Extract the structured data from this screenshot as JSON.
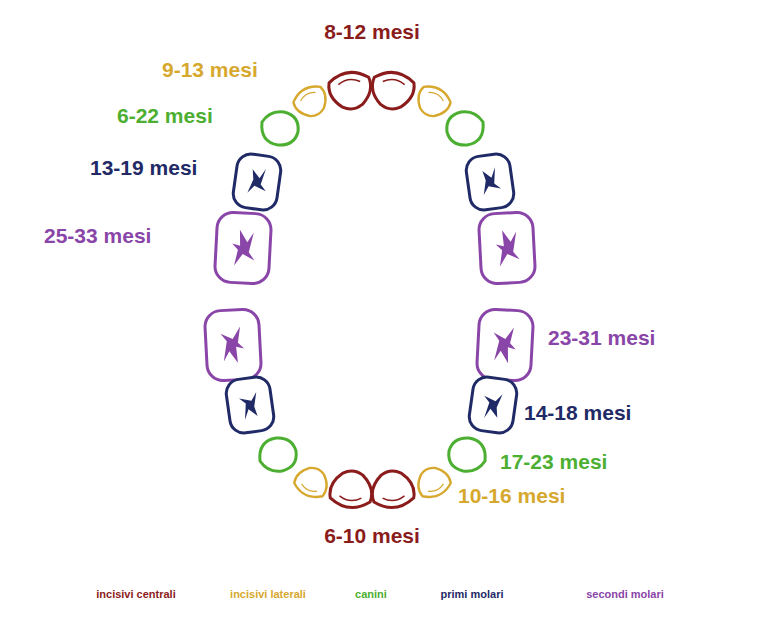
{
  "diagram": {
    "labels": [
      "8-12 mesi",
      "9-13 mesi",
      "6-22 mesi",
      "13-19 mesi",
      "25-33 mesi",
      "23-31 mesi",
      "14-18 mesi",
      "17-23 mesi",
      "10-16 mesi",
      "6-10 mesi"
    ],
    "legend": [
      {
        "text": "incisivi centrali"
      },
      {
        "text": "incisivi laterali"
      },
      {
        "text": "canini"
      },
      {
        "text": "primi molari"
      },
      {
        "text": "secondi molari"
      }
    ]
  }
}
